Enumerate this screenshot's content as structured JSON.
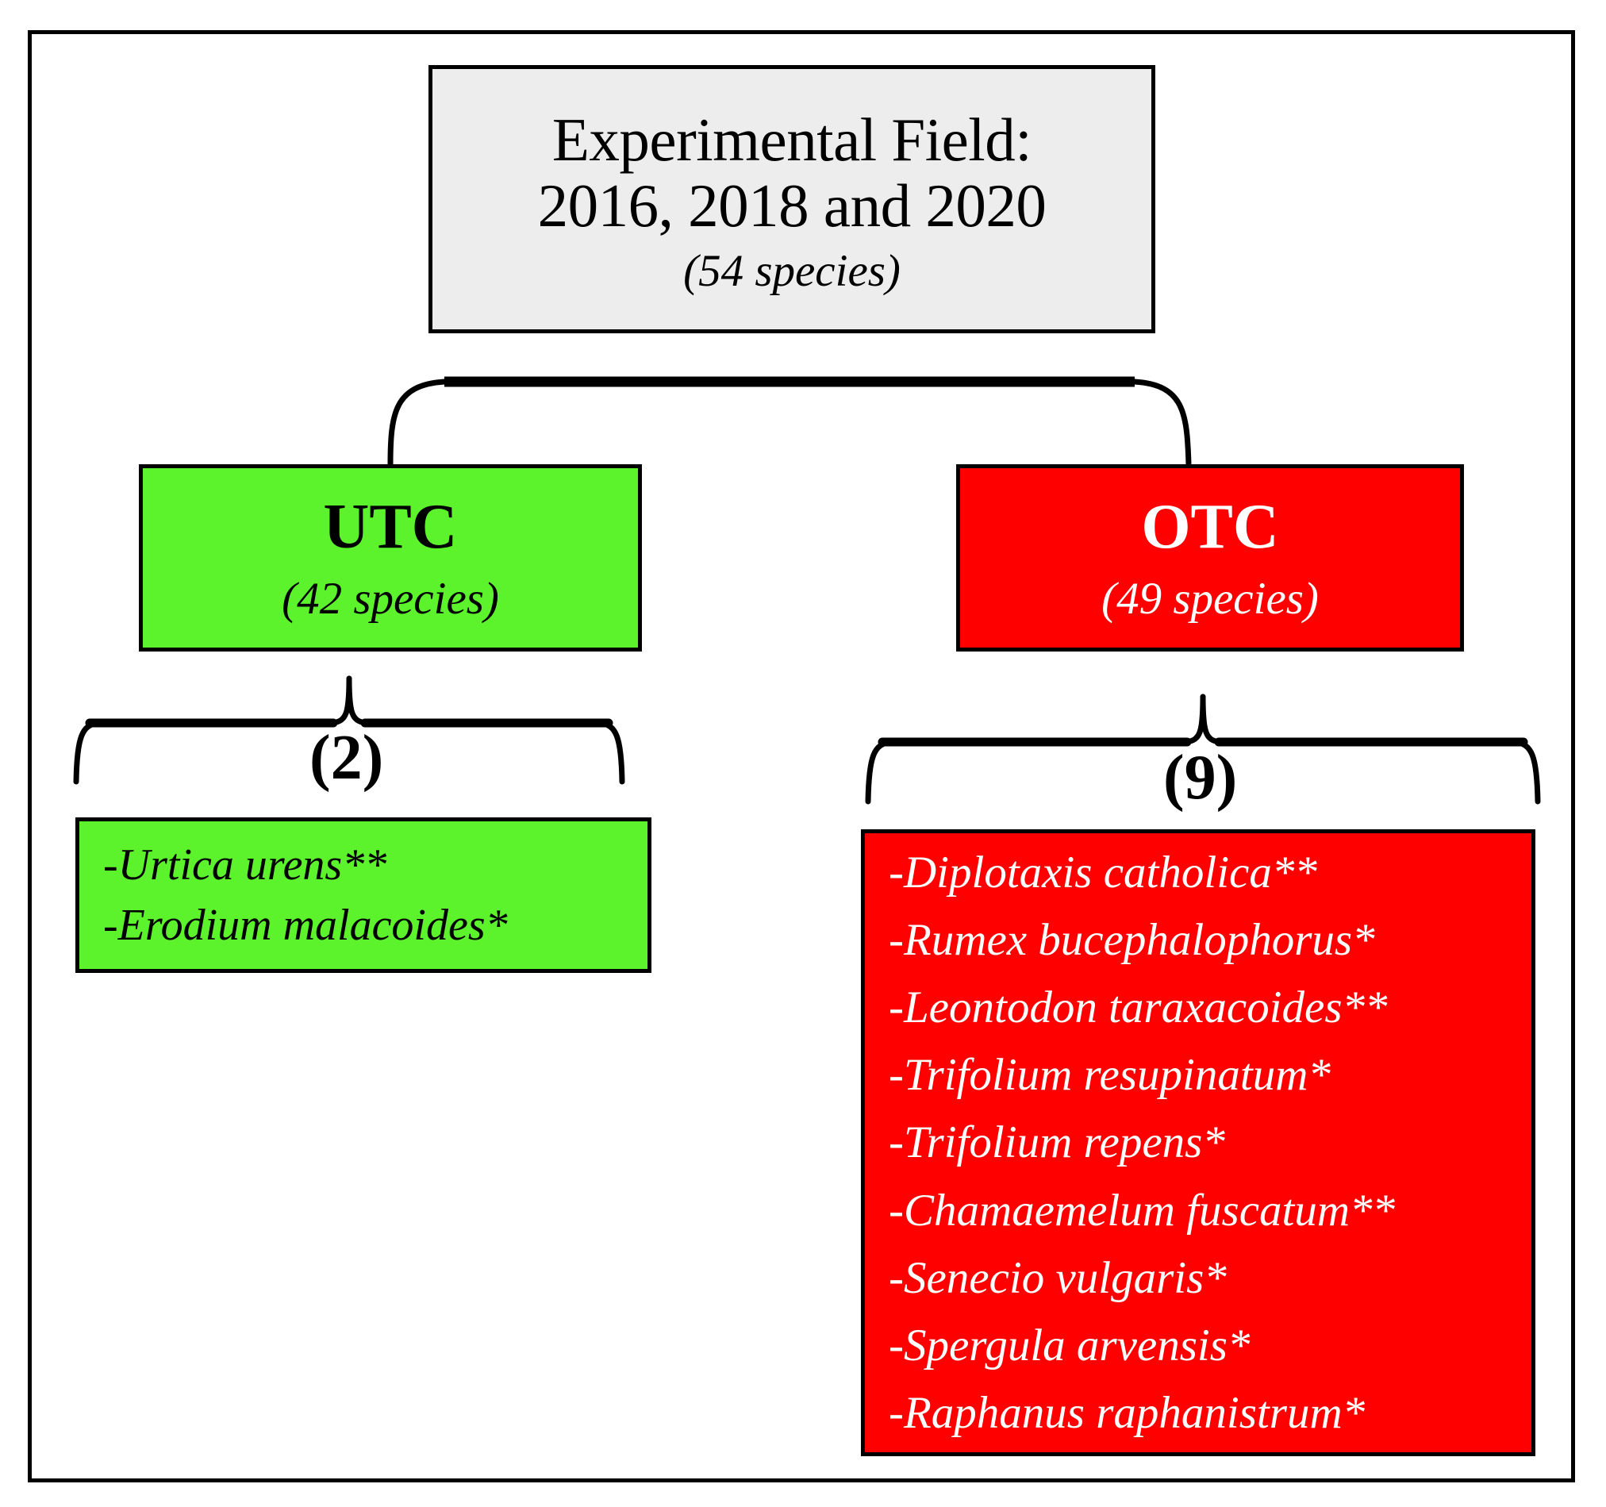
{
  "diagram": {
    "title": "Experimental Field species partitioning between UTC and OTC treatments",
    "colors": {
      "root_fill": "#ededed",
      "utc_fill": "#5cf22c",
      "otc_fill": "#ff0000",
      "stroke": "#000000",
      "utc_text": "#000000",
      "otc_text": "#ffffff"
    },
    "root": {
      "line1": "Experimental Field:",
      "line2": "2016, 2018 and 2020",
      "species_count": "(54 species)"
    },
    "branches": [
      {
        "id": "utc",
        "title": "UTC",
        "species_count": "(42 species)",
        "exclusive_count_label": "(2)",
        "exclusive_count": 2,
        "species": [
          "-Urtica urens**",
          "-Erodium malacoides*"
        ]
      },
      {
        "id": "otc",
        "title": "OTC",
        "species_count": "(49 species)",
        "exclusive_count_label": "(9)",
        "exclusive_count": 9,
        "species": [
          "-Diplotaxis catholica**",
          "-Rumex bucephalophorus*",
          "-Leontodon taraxacoides**",
          "-Trifolium resupinatum*",
          "-Trifolium repens*",
          "-Chamaemelum fuscatum**",
          "-Senecio vulgaris*",
          "-Spergula arvensis*",
          "-Raphanus raphanistrum*"
        ]
      }
    ]
  }
}
